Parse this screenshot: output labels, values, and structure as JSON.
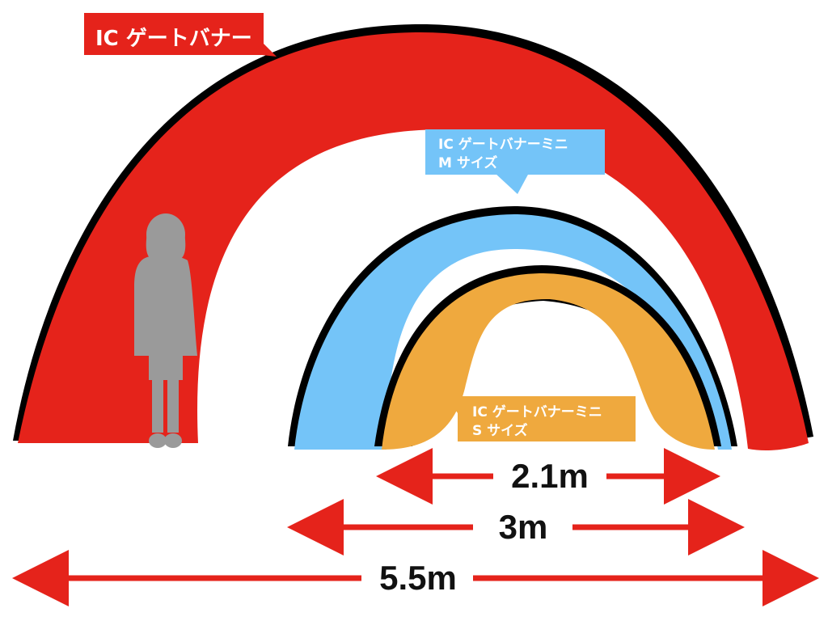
{
  "colors": {
    "large_arch": "#e5231b",
    "medium_arch": "#74c4f8",
    "small_arch": "#efa93e",
    "outline": "#000000",
    "arrow": "#e5231b",
    "person": "#9a9a9a",
    "callout_large": "#e5231b",
    "callout_medium": "#74c4f8",
    "callout_small": "#efa93e"
  },
  "callouts": {
    "large": {
      "line1": "IC ゲートバナー"
    },
    "medium": {
      "line1": "IC ゲートバナーミニ",
      "line2": "M サイズ"
    },
    "small": {
      "line1": "IC ゲートバナーミニ",
      "line2": "S サイズ"
    }
  },
  "dimensions": {
    "small": "2.1m",
    "medium": "3m",
    "large": "5.5m"
  },
  "icons": {
    "person": "person-silhouette-icon",
    "arrow": "double-arrow-icon"
  }
}
